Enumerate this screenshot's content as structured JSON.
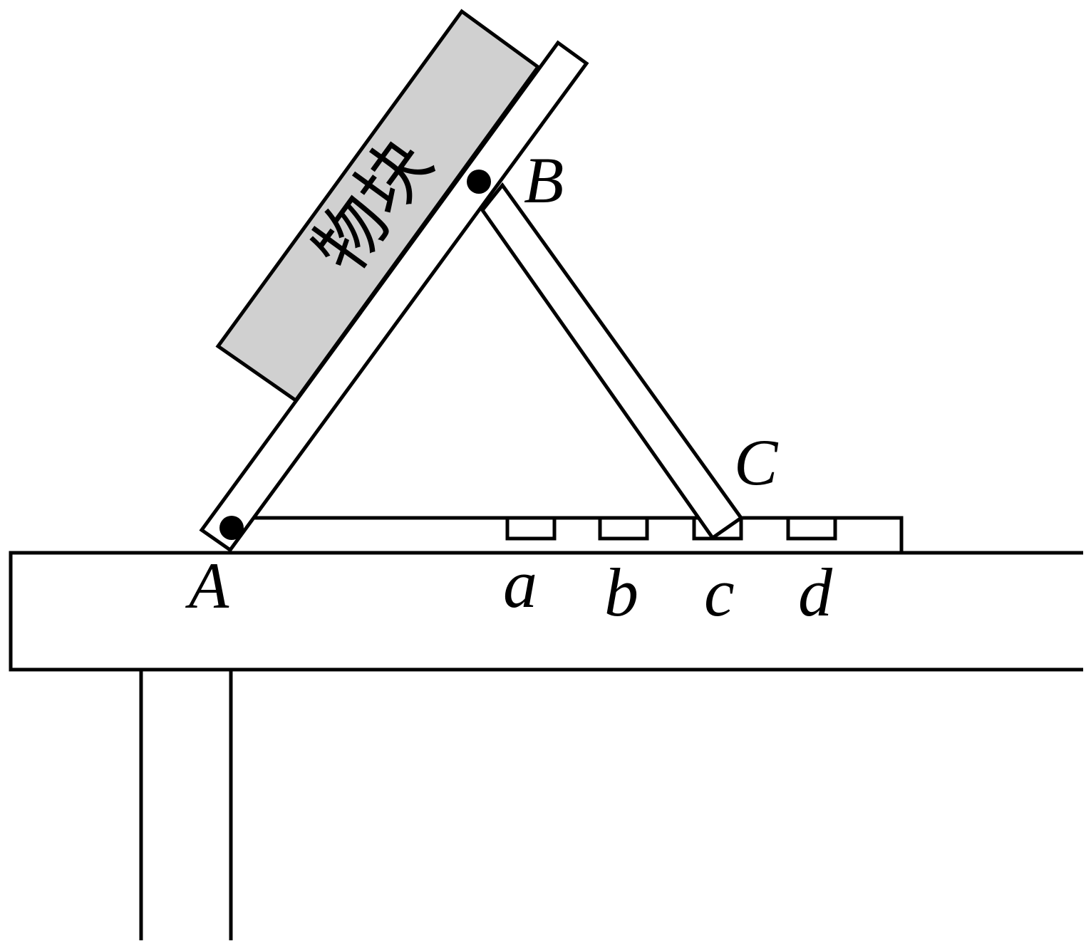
{
  "diagram": {
    "block_label": "物块",
    "colors": {
      "line": "#000000",
      "block_fill": "#d0d0d0",
      "background": "#ffffff"
    },
    "points": {
      "A": "A",
      "B": "B",
      "C": "C"
    },
    "slots": [
      "a",
      "b",
      "c",
      "d"
    ]
  }
}
